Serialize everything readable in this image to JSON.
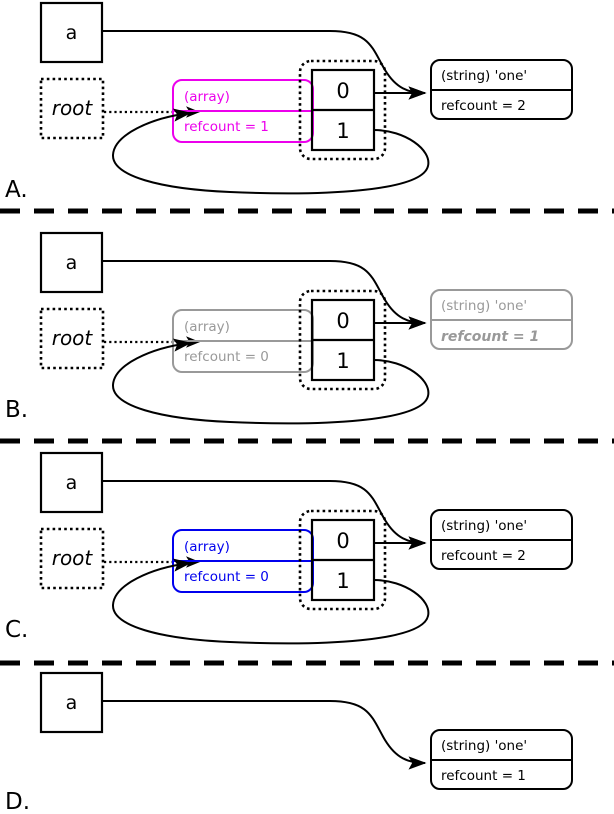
{
  "diagram": {
    "title": "PHP reference counting / garbage collection panels",
    "colors": {
      "magenta": "#ec00ec",
      "blue": "#0000ee",
      "gray": "#999999",
      "black": "#000000",
      "background": "#ffffff"
    }
  },
  "panels": [
    {
      "label": "A.",
      "variable_box": {
        "name": "a"
      },
      "root_box": {
        "name": "root"
      },
      "array_zval": {
        "type_line": "(array)",
        "refcount_line": "refcount = 1",
        "color": "magenta"
      },
      "cells": [
        {
          "index": "0"
        },
        {
          "index": "1"
        }
      ],
      "string_zval": {
        "type_line": "(string) 'one'",
        "refcount_line": "refcount = 2",
        "color": "black"
      }
    },
    {
      "label": "B.",
      "variable_box": {
        "name": "a"
      },
      "root_box": {
        "name": "root"
      },
      "array_zval": {
        "type_line": "(array)",
        "refcount_line": "refcount = 0",
        "color": "gray"
      },
      "cells": [
        {
          "index": "0"
        },
        {
          "index": "1"
        }
      ],
      "string_zval": {
        "type_line": "(string) 'one'",
        "refcount_line": "refcount = 1",
        "color": "gray",
        "emphasis": true
      }
    },
    {
      "label": "C.",
      "variable_box": {
        "name": "a"
      },
      "root_box": {
        "name": "root"
      },
      "array_zval": {
        "type_line": "(array)",
        "refcount_line": "refcount = 0",
        "color": "blue"
      },
      "cells": [
        {
          "index": "0"
        },
        {
          "index": "1"
        }
      ],
      "string_zval": {
        "type_line": "(string) 'one'",
        "refcount_line": "refcount = 2",
        "color": "black"
      }
    },
    {
      "label": "D.",
      "variable_box": {
        "name": "a"
      },
      "string_zval": {
        "type_line": "(string) 'one'",
        "refcount_line": "refcount = 1",
        "color": "black"
      }
    }
  ]
}
